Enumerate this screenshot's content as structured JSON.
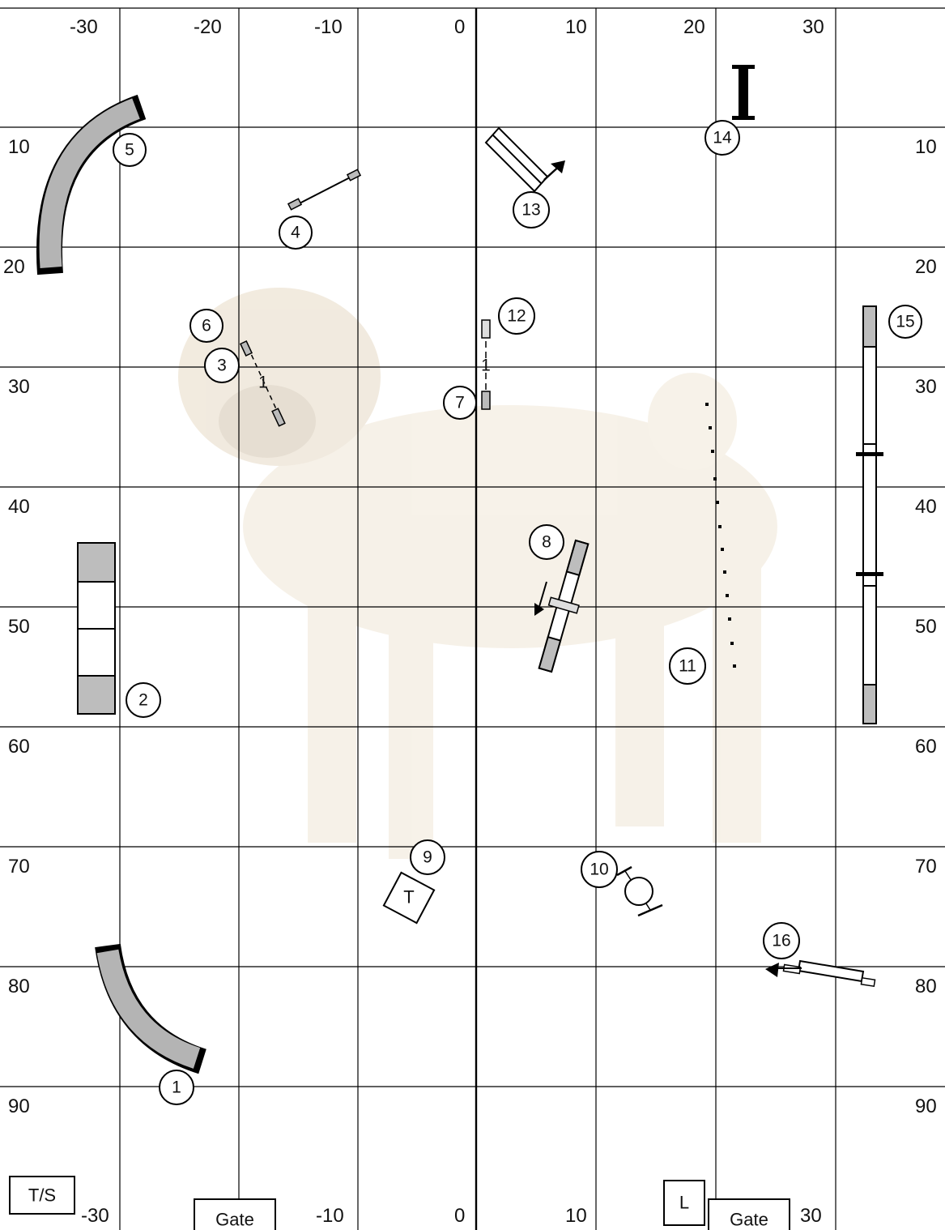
{
  "grid": {
    "top_labels": [
      "-30",
      "-20",
      "-10",
      "0",
      "10",
      "20",
      "30"
    ],
    "bottom_labels": [
      "-30",
      "-10",
      "0",
      "10",
      "30"
    ],
    "left_labels": [
      "10",
      "20",
      "30",
      "40",
      "50",
      "60",
      "70",
      "80",
      "90"
    ],
    "right_labels": [
      "10",
      "20",
      "30",
      "40",
      "50",
      "60",
      "70",
      "80",
      "90"
    ]
  },
  "obstacles": {
    "n1": "1",
    "n2": "2",
    "n3": "3",
    "n4": "4",
    "n5": "5",
    "n6": "6",
    "n7": "7",
    "n8": "8",
    "n9": "9",
    "n10": "10",
    "n11": "11",
    "n12": "12",
    "n13": "13",
    "n14": "14",
    "n15": "15",
    "n16": "16",
    "jump_height_3": "1",
    "jump_height_12": "1",
    "table_label": "T"
  },
  "markers": {
    "ts": "T/S",
    "gate_left": "Gate",
    "gate_right": "Gate",
    "leash": "L"
  },
  "colors": {
    "tunnel_fill": "#b4b4b4",
    "contact_zone": "#bdbdbd",
    "watermark": "#e8d9bf"
  }
}
